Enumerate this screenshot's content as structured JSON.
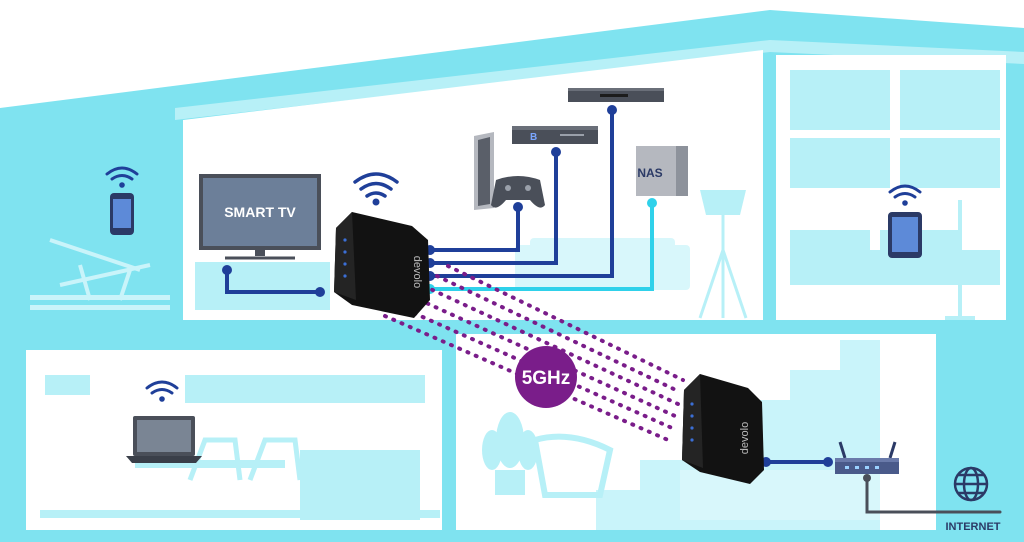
{
  "labels": {
    "smart_tv": "SMART TV",
    "nas": "NAS",
    "band": "5GHz",
    "internet": "INTERNET",
    "brand_upper": "devolo",
    "brand_lower": "devolo"
  },
  "colors": {
    "house_fill": "#7fe3f0",
    "house_light": "#b7f0f7",
    "house_outline": "#c9f4fa",
    "cable_blue": "#1f3f99",
    "cable_cyan": "#2fd1ea",
    "band_purple": "#7a1d8a",
    "device_black": "#121212",
    "tv_screen": "#6c7f99",
    "wifi_blue": "#1f3f99",
    "dark_gray": "#4a4f59"
  },
  "icons": [
    "wifi-icon",
    "smartphone-icon",
    "tablet-icon",
    "laptop-icon",
    "globe-icon",
    "router-icon",
    "nas-icon",
    "game-console-icon",
    "gamepad-icon",
    "bluray-player-icon",
    "receiver-icon",
    "smart-tv-icon",
    "powerline-adapter-icon"
  ]
}
